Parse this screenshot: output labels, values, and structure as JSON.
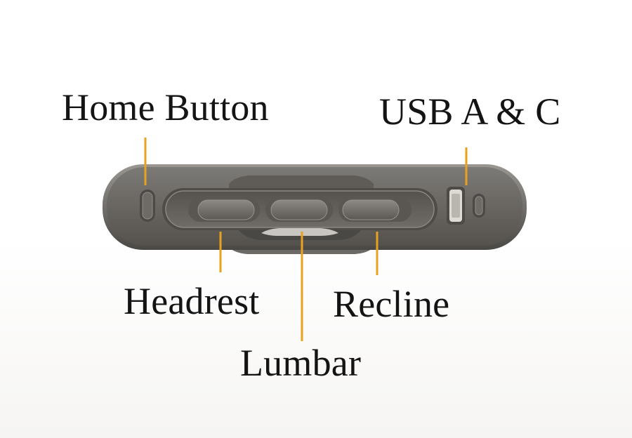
{
  "diagram": {
    "labels": {
      "home_button": "Home Button",
      "usb": "USB A & C",
      "headrest": "Headrest",
      "lumbar": "Lumbar",
      "recline": "Recline"
    },
    "colors": {
      "leader_line": "#E8A21F",
      "panel": "#6f6c68",
      "panel_dark": "#4a4845",
      "panel_light": "#8e8b87",
      "label_text": "#141414"
    }
  }
}
